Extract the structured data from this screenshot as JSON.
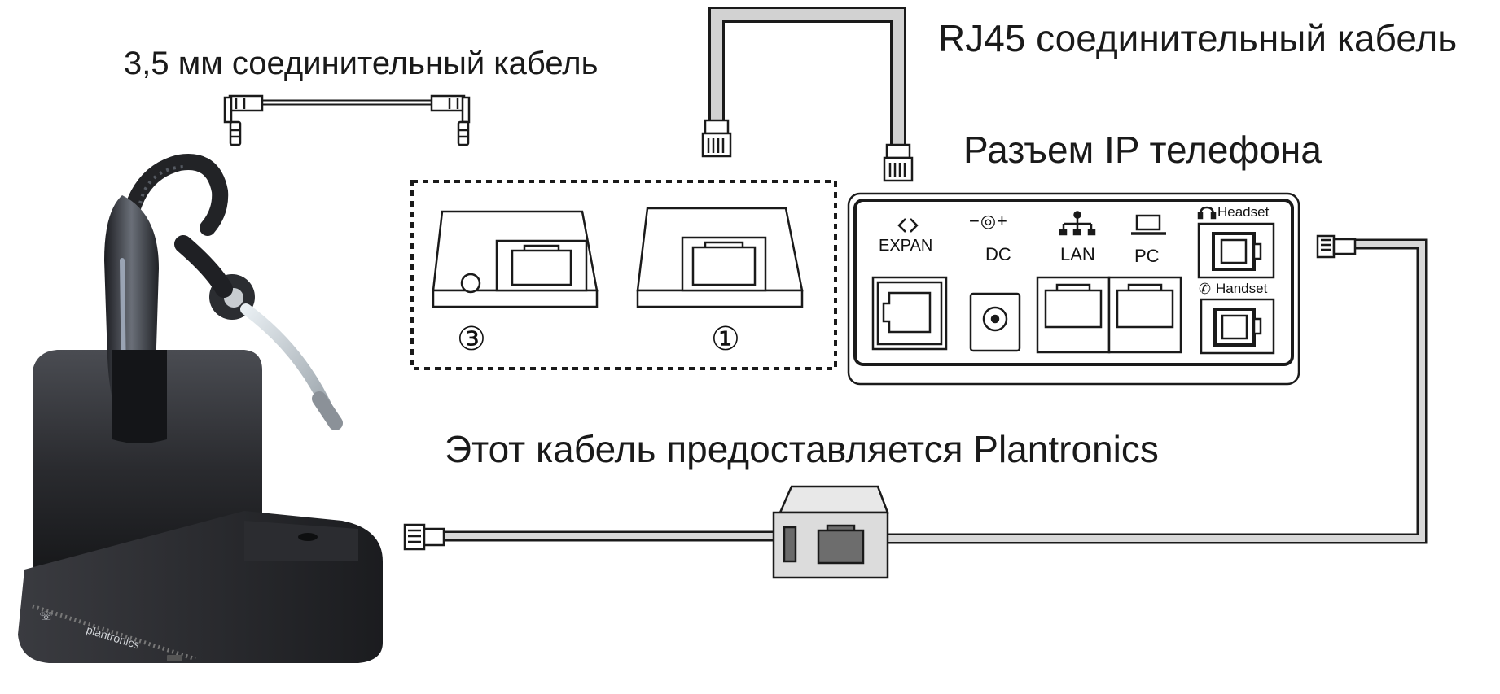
{
  "labels": {
    "cable_35mm": "3,5 мм соединительный кабель",
    "rj45_cable": "RJ45 соединительный кабель",
    "phone_connector": "Разъем IP телефона",
    "plantronics_cable": "Этот кабель предоставляется Plantronics"
  },
  "base_ports": {
    "left_marker": "③",
    "right_marker": "①"
  },
  "phone_ports": {
    "expan": "EXPAN",
    "dc": "DC",
    "dc_symbol": "−◎+",
    "lan": "LAN",
    "pc": "PC",
    "headset": "Headset",
    "handset": "Handset"
  },
  "product": {
    "brand": "plantronics"
  },
  "colors": {
    "line": "#1a1a1a",
    "cable_gray": "#c8c8c8",
    "headset_dark": "#2a2c30",
    "base_dark": "#1e1f22"
  }
}
